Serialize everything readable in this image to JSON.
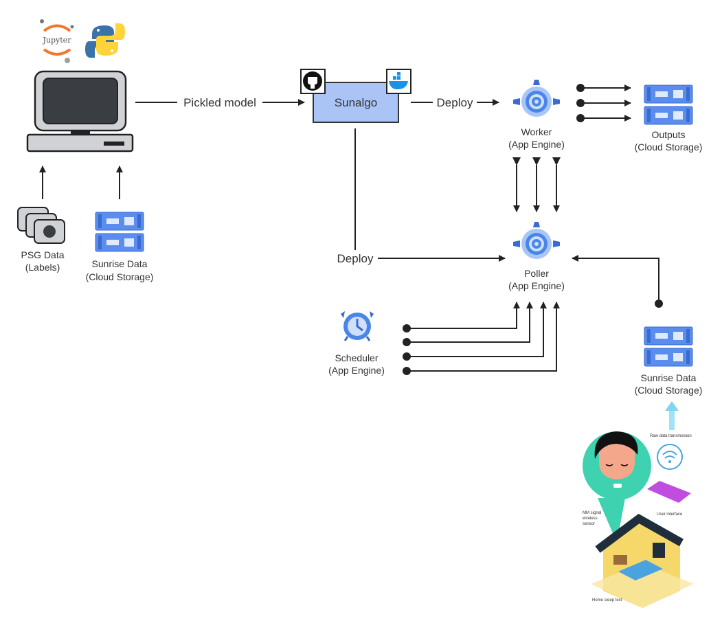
{
  "logos": {
    "jupyter": "Jupyter"
  },
  "nodes": {
    "psg": {
      "line1": "PSG Data",
      "line2": "(Labels)"
    },
    "sunrise_left": {
      "line1": "Sunrise Data",
      "line2": "(Cloud Storage)"
    },
    "sunalgo": {
      "label": "Sunalgo"
    },
    "worker": {
      "line1": "Worker",
      "line2": "(App Engine)"
    },
    "outputs": {
      "line1": "Outputs",
      "line2": "(Cloud Storage)"
    },
    "poller": {
      "line1": "Poller",
      "line2": "(App Engine)"
    },
    "scheduler": {
      "line1": "Scheduler",
      "line2": "(App Engine)"
    },
    "sunrise_right": {
      "line1": "Sunrise Data",
      "line2": "(Cloud Storage)"
    }
  },
  "edges": {
    "pickled": "Pickled model",
    "deploy_worker": "Deploy",
    "deploy_poller": "Deploy"
  },
  "illustration": {
    "raw": "Raw data transmission",
    "ui": "User interface",
    "sensor1": "MM signal",
    "sensor2": "wireless",
    "sensor3": "sensor",
    "home": "Home sleep test"
  },
  "colors": {
    "box": "#a9c4f5",
    "gcp": "#4a86e8",
    "storage": "#5b8def",
    "teal": "#3fd2b0"
  }
}
